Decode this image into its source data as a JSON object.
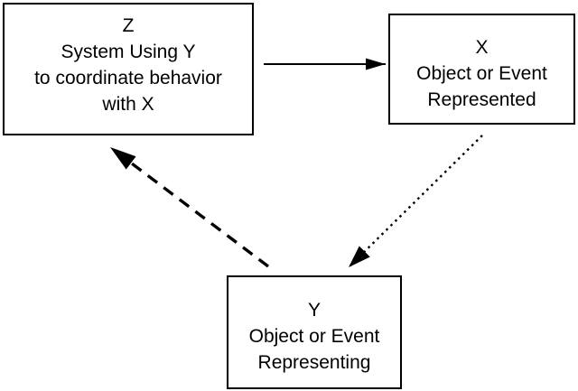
{
  "figure": {
    "background_color": "#ffffff",
    "line_color": "#000000",
    "description": "Triadic representation diagram linking Z, X and Y"
  },
  "nodes": {
    "z": {
      "lines": [
        "Z",
        "System Using Y",
        "to coordinate behavior",
        "with X"
      ]
    },
    "x": {
      "lines": [
        "X",
        "Object or Event",
        "Represented"
      ]
    },
    "y": {
      "lines": [
        "Y",
        "Object or Event",
        "Representing"
      ]
    }
  },
  "edges": [
    {
      "from": "Z",
      "to": "X",
      "style": "solid"
    },
    {
      "from": "X",
      "to": "Y",
      "style": "dotted"
    },
    {
      "from": "Y",
      "to": "Z",
      "style": "dashed"
    }
  ]
}
